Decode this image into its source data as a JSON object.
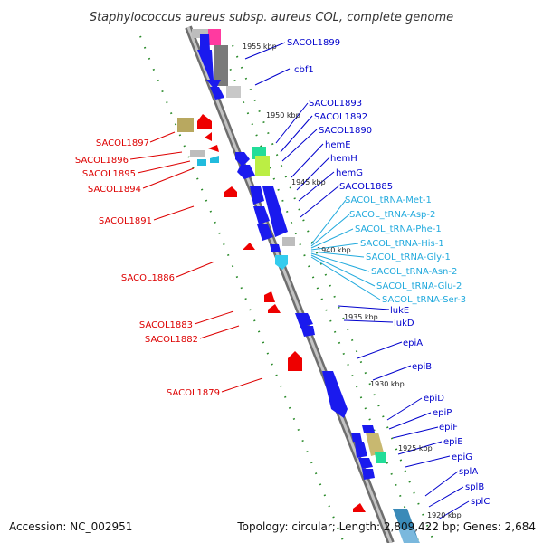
{
  "title": "Staphylococcus aureus subsp. aureus COL, complete genome",
  "footer": {
    "accession": "Accession: NC_002951",
    "summary": "Topology: circular; Length: 2,809,422 bp; Genes: 2,684"
  },
  "ticks": [
    "1955 kbp",
    "1950 kbp",
    "1945 kbp",
    "1940 kbp",
    "1935 kbp",
    "1930 kbp",
    "1925 kbp",
    "1920 kbp"
  ],
  "left_labels": [
    "SACOL1897",
    "SACOL1896",
    "SACOL1895",
    "SACOL1894",
    "SACOL1891",
    "SACOL1886",
    "SACOL1883",
    "SACOL1882",
    "SACOL1879"
  ],
  "right_labels": [
    "SACOL1899",
    "cbf1",
    "SACOL1893",
    "SACOL1892",
    "SACOL1890",
    "hemE",
    "hemH",
    "hemG",
    "SACOL1885",
    "SACOL_tRNA-Met-1",
    "SACOL_tRNA-Asp-2",
    "SACOL_tRNA-Phe-1",
    "SACOL_tRNA-His-1",
    "SACOL_tRNA-Gly-1",
    "SACOL_tRNA-Asn-2",
    "SACOL_tRNA-Glu-2",
    "SACOL_tRNA-Ser-3",
    "lukE",
    "lukD",
    "epiA",
    "epiB",
    "epiD",
    "epiP",
    "epiF",
    "epiE",
    "epiG",
    "splA",
    "splB",
    "splC"
  ],
  "colors": {
    "backbone": "#8a8a8a",
    "gene_blue": "#1010ee",
    "gene_red": "#ee0000",
    "label_red": "#dd0000",
    "label_blue": "#0000cc",
    "label_cyan": "#22aadd",
    "tick_green": "#2a8a2a"
  }
}
